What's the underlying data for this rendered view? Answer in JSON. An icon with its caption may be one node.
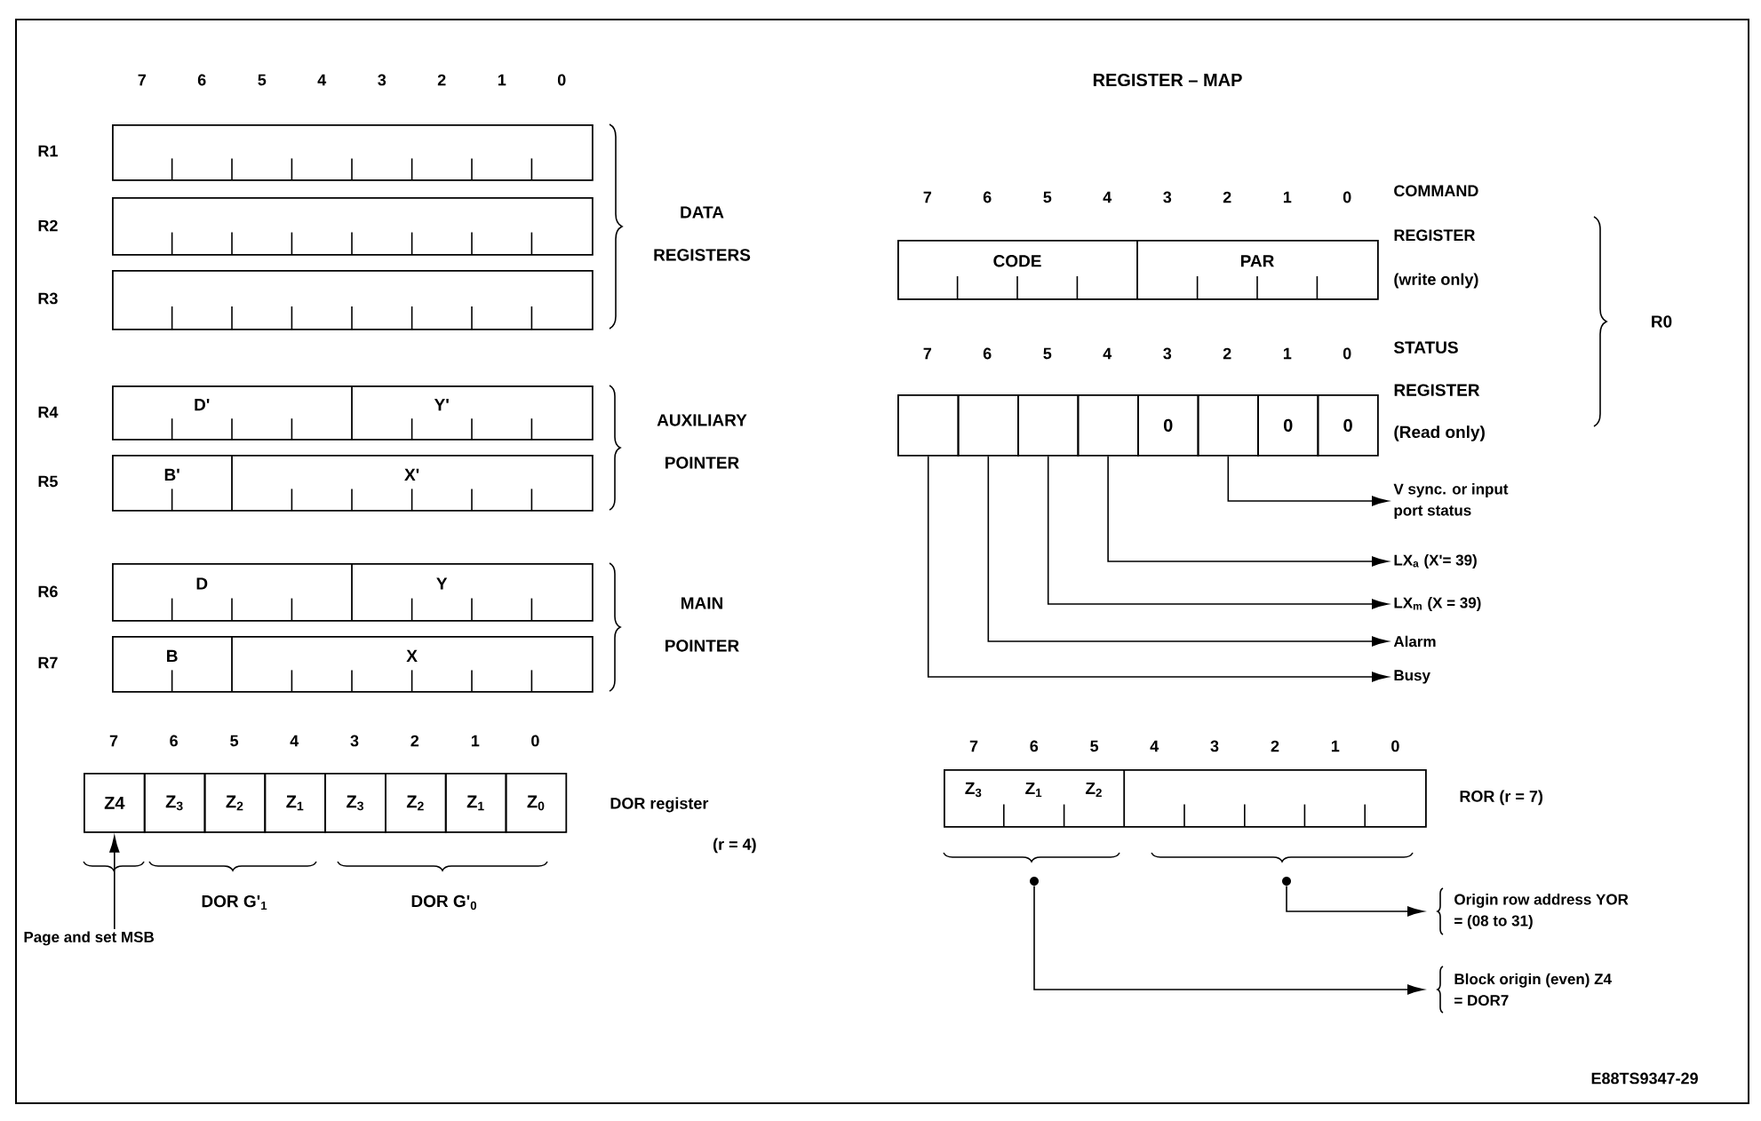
{
  "diagram": {
    "title": "REGISTER – MAP",
    "nodes": [
      {
        "text": [],
        "shape": "box",
        "beside": [
          "R1"
        ]
      },
      {
        "text": [],
        "shape": "box",
        "beside": [
          "R2"
        ]
      },
      {
        "text": [],
        "shape": "box",
        "beside": [
          "R3"
        ]
      },
      {
        "text": [
          "D'",
          "Y'"
        ],
        "beside": [
          "R4"
        ]
      },
      {
        "text": [
          "B'",
          "X'"
        ],
        "beside": [
          "R5"
        ]
      },
      {
        "text": [
          "D",
          "Y"
        ],
        "beside": [
          "R6"
        ]
      },
      {
        "text": [
          "B",
          "X"
        ],
        "beside": [
          "R7"
        ]
      },
      {
        "text": [
          "Z4"
        ]
      },
      {
        "text": [
          "Z$_{3}$"
        ]
      },
      {
        "text": [
          "Z$_{2}$"
        ]
      },
      {
        "text": [
          "Z$_{1}$"
        ]
      },
      {
        "text": [
          "Z$_{3}$"
        ]
      },
      {
        "text": [
          "Z$_{2}$"
        ]
      },
      {
        "text": [
          "Z$_{1}$"
        ]
      },
      {
        "text": [
          "Z$_{0}$"
        ],
        "beside": [
          "DOR register",
          "(r = 4)"
        ]
      },
      {
        "text": [
          "Page and set MSB"
        ]
      },
      {
        "text": [
          "CODE",
          "PAR"
        ],
        "beside": [
          "COMMAND REGISTER",
          "(write only)"
        ]
      },
      {
        "text": [],
        "shape": "box"
      },
      {
        "text": [],
        "shape": "box"
      },
      {
        "text": [],
        "shape": "box"
      },
      {
        "text": [],
        "shape": "box"
      },
      {
        "text": [
          "0"
        ]
      },
      {
        "text": [],
        "shape": "box"
      },
      {
        "text": [
          "0"
        ]
      },
      {
        "text": [
          "0"
        ]
      },
      {
        "text": [
          "V sync. or input port status"
        ]
      },
      {
        "text": [
          "LX$_{a}$ (X'= 39)"
        ]
      },
      {
        "text": [
          "LX$_{m}$ (X = 39)"
        ]
      },
      {
        "text": [
          "Alarm"
        ]
      },
      {
        "text": [
          "Busy"
        ]
      },
      {
        "text": [
          "Z$_{3}$",
          "Z$_{1}$",
          "Z$_{2}$"
        ],
        "beside": [
          "ROR (r = 7)"
        ]
      },
      {
        "text": [],
        "shape": "circle"
      },
      {
        "text": [],
        "shape": "circle"
      },
      {
        "text": [
          "Origin row address YOR = (08 to 31)"
        ]
      },
      {
        "text": [
          "Block origin (even) Z4 = DOR7"
        ]
      }
    ],
    "edges": [
      {
        "from": 15,
        "to": 7,
        "arrow": "to"
      },
      {
        "from": 22,
        "to": 25,
        "arrow": "to"
      },
      {
        "from": 20,
        "to": 26,
        "arrow": "to"
      },
      {
        "from": 19,
        "to": 27,
        "arrow": "to"
      },
      {
        "from": 18,
        "to": 28,
        "arrow": "to"
      },
      {
        "from": 17,
        "to": 29,
        "arrow": "to"
      },
      {
        "from": 32,
        "to": 33,
        "arrow": "to"
      },
      {
        "from": 31,
        "to": 34,
        "arrow": "to"
      }
    ],
    "labels": [
      "7",
      "6",
      "5",
      "4",
      "3",
      "2",
      "1",
      "0",
      "7",
      "6",
      "5",
      "4",
      "3",
      "2",
      "1",
      "0",
      "7",
      "6",
      "5",
      "4",
      "3",
      "2",
      "1",
      "0",
      "STATUS REGISTER",
      "(Read only)",
      "R0",
      "DATA REGISTERS",
      "AUXILIARY POINTER",
      "MAIN POINTER",
      "7",
      "6",
      "5",
      "4",
      "3",
      "2",
      "1",
      "0",
      "7",
      "6",
      "5",
      "4",
      "3",
      "2",
      "1",
      "0",
      "DOR G'$_{1}$",
      "DOR G'$_{0}$",
      "E88TS9347-29"
    ]
  }
}
